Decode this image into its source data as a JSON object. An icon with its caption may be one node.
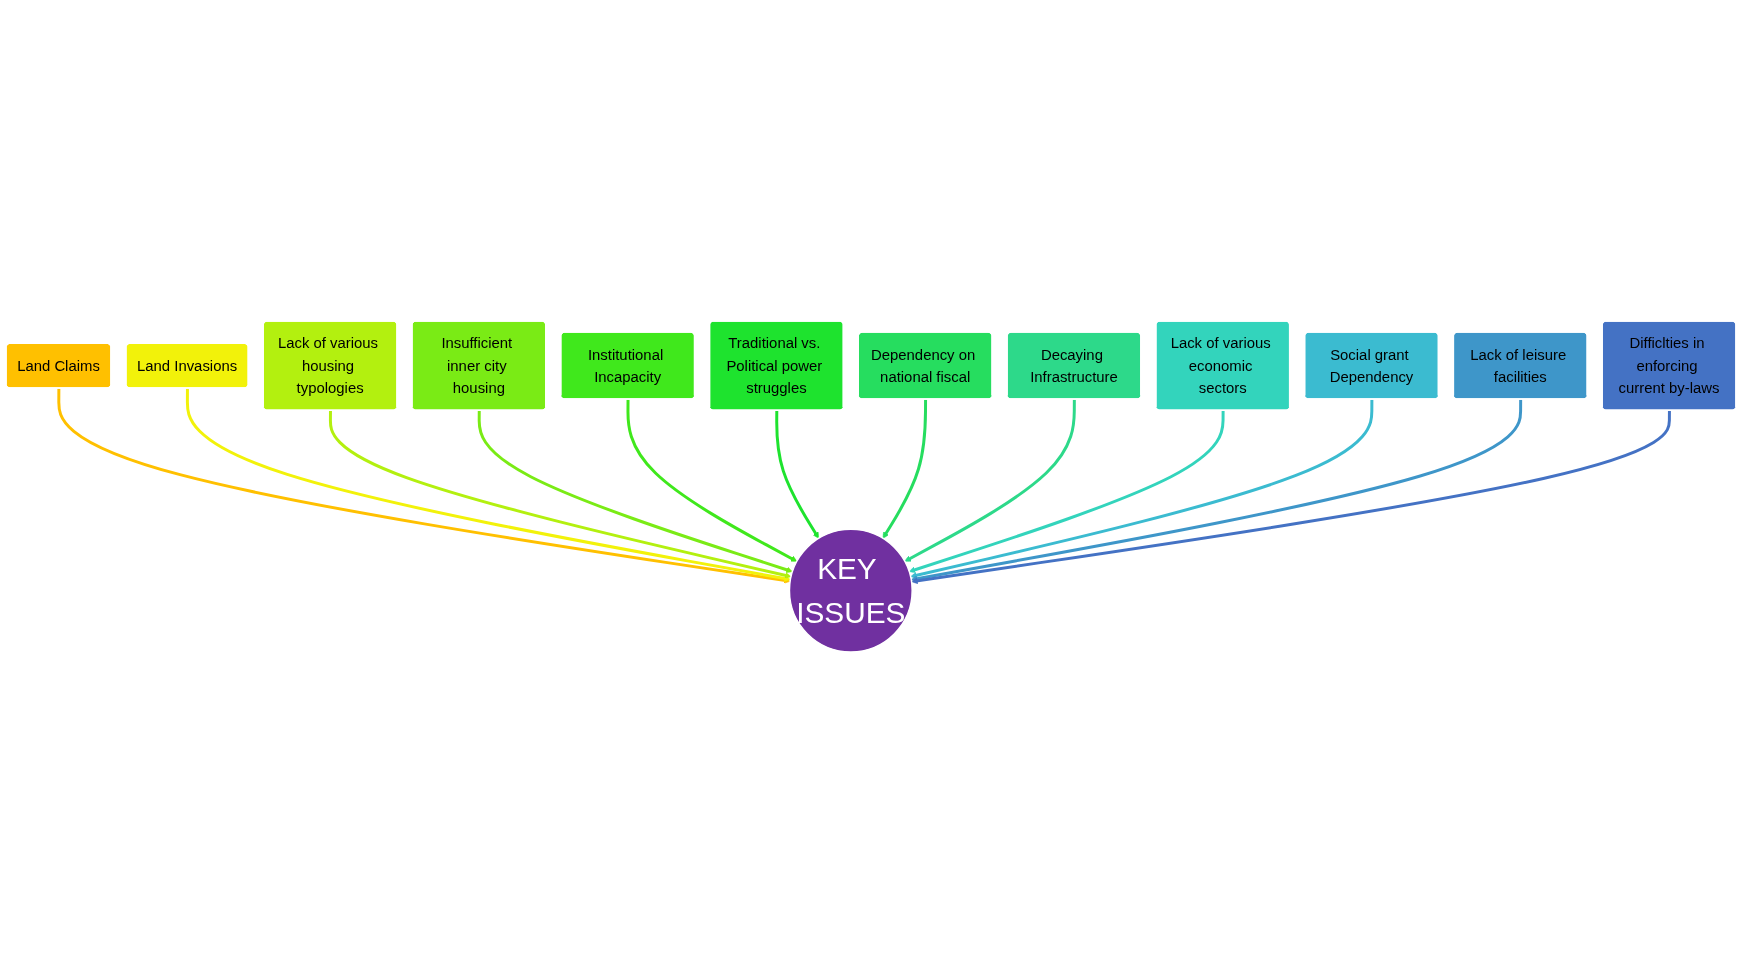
{
  "diagram": {
    "nodes": [
      {
        "text": [
          "Land Claims"
        ]
      },
      {
        "text": [
          "Land Invasions"
        ]
      },
      {
        "text": [
          "Lack of various housing typologies"
        ]
      },
      {
        "text": [
          "Insufficient inner city housing"
        ]
      },
      {
        "text": [
          "Institutional Incapacity"
        ]
      },
      {
        "text": [
          "Traditional vs. Political power struggles"
        ]
      },
      {
        "text": [
          "Dependency on national fiscal"
        ]
      },
      {
        "text": [
          "Decaying Infrastructure"
        ]
      },
      {
        "text": [
          "Lack of various economic sectors"
        ]
      },
      {
        "text": [
          "Social grant Dependency"
        ]
      },
      {
        "text": [
          "Lack of leisure facilities"
        ]
      },
      {
        "text": [
          "Difficlties in enforcing current by-laws"
        ]
      },
      {
        "text": [
          "KEY ISSUES"
        ]
      }
    ],
    "edges": [
      {
        "from": 0,
        "to": 12,
        "arrow": "to",
        "color": "#ffc000"
      },
      {
        "from": 1,
        "to": 12,
        "arrow": "to",
        "color": "#f2f20a"
      },
      {
        "from": 2,
        "to": 12,
        "arrow": "to",
        "color": "#b3f00f"
      },
      {
        "from": 3,
        "to": 12,
        "arrow": "to",
        "color": "#7aeb15"
      },
      {
        "from": 4,
        "to": 12,
        "arrow": "to",
        "color": "#40e81c"
      },
      {
        "from": 5,
        "to": 12,
        "arrow": "to",
        "color": "#1ee32e"
      },
      {
        "from": 6,
        "to": 12,
        "arrow": "to",
        "color": "#26dd5f"
      },
      {
        "from": 7,
        "to": 12,
        "arrow": "to",
        "color": "#2dd98a"
      },
      {
        "from": 8,
        "to": 12,
        "arrow": "to",
        "color": "#33d4bc"
      },
      {
        "from": 9,
        "to": 12,
        "arrow": "to",
        "color": "#3bbbd0"
      },
      {
        "from": 10,
        "to": 12,
        "arrow": "to",
        "color": "#3e96c9"
      },
      {
        "from": 11,
        "to": 12,
        "arrow": "to",
        "color": "#4472c4"
      }
    ]
  }
}
